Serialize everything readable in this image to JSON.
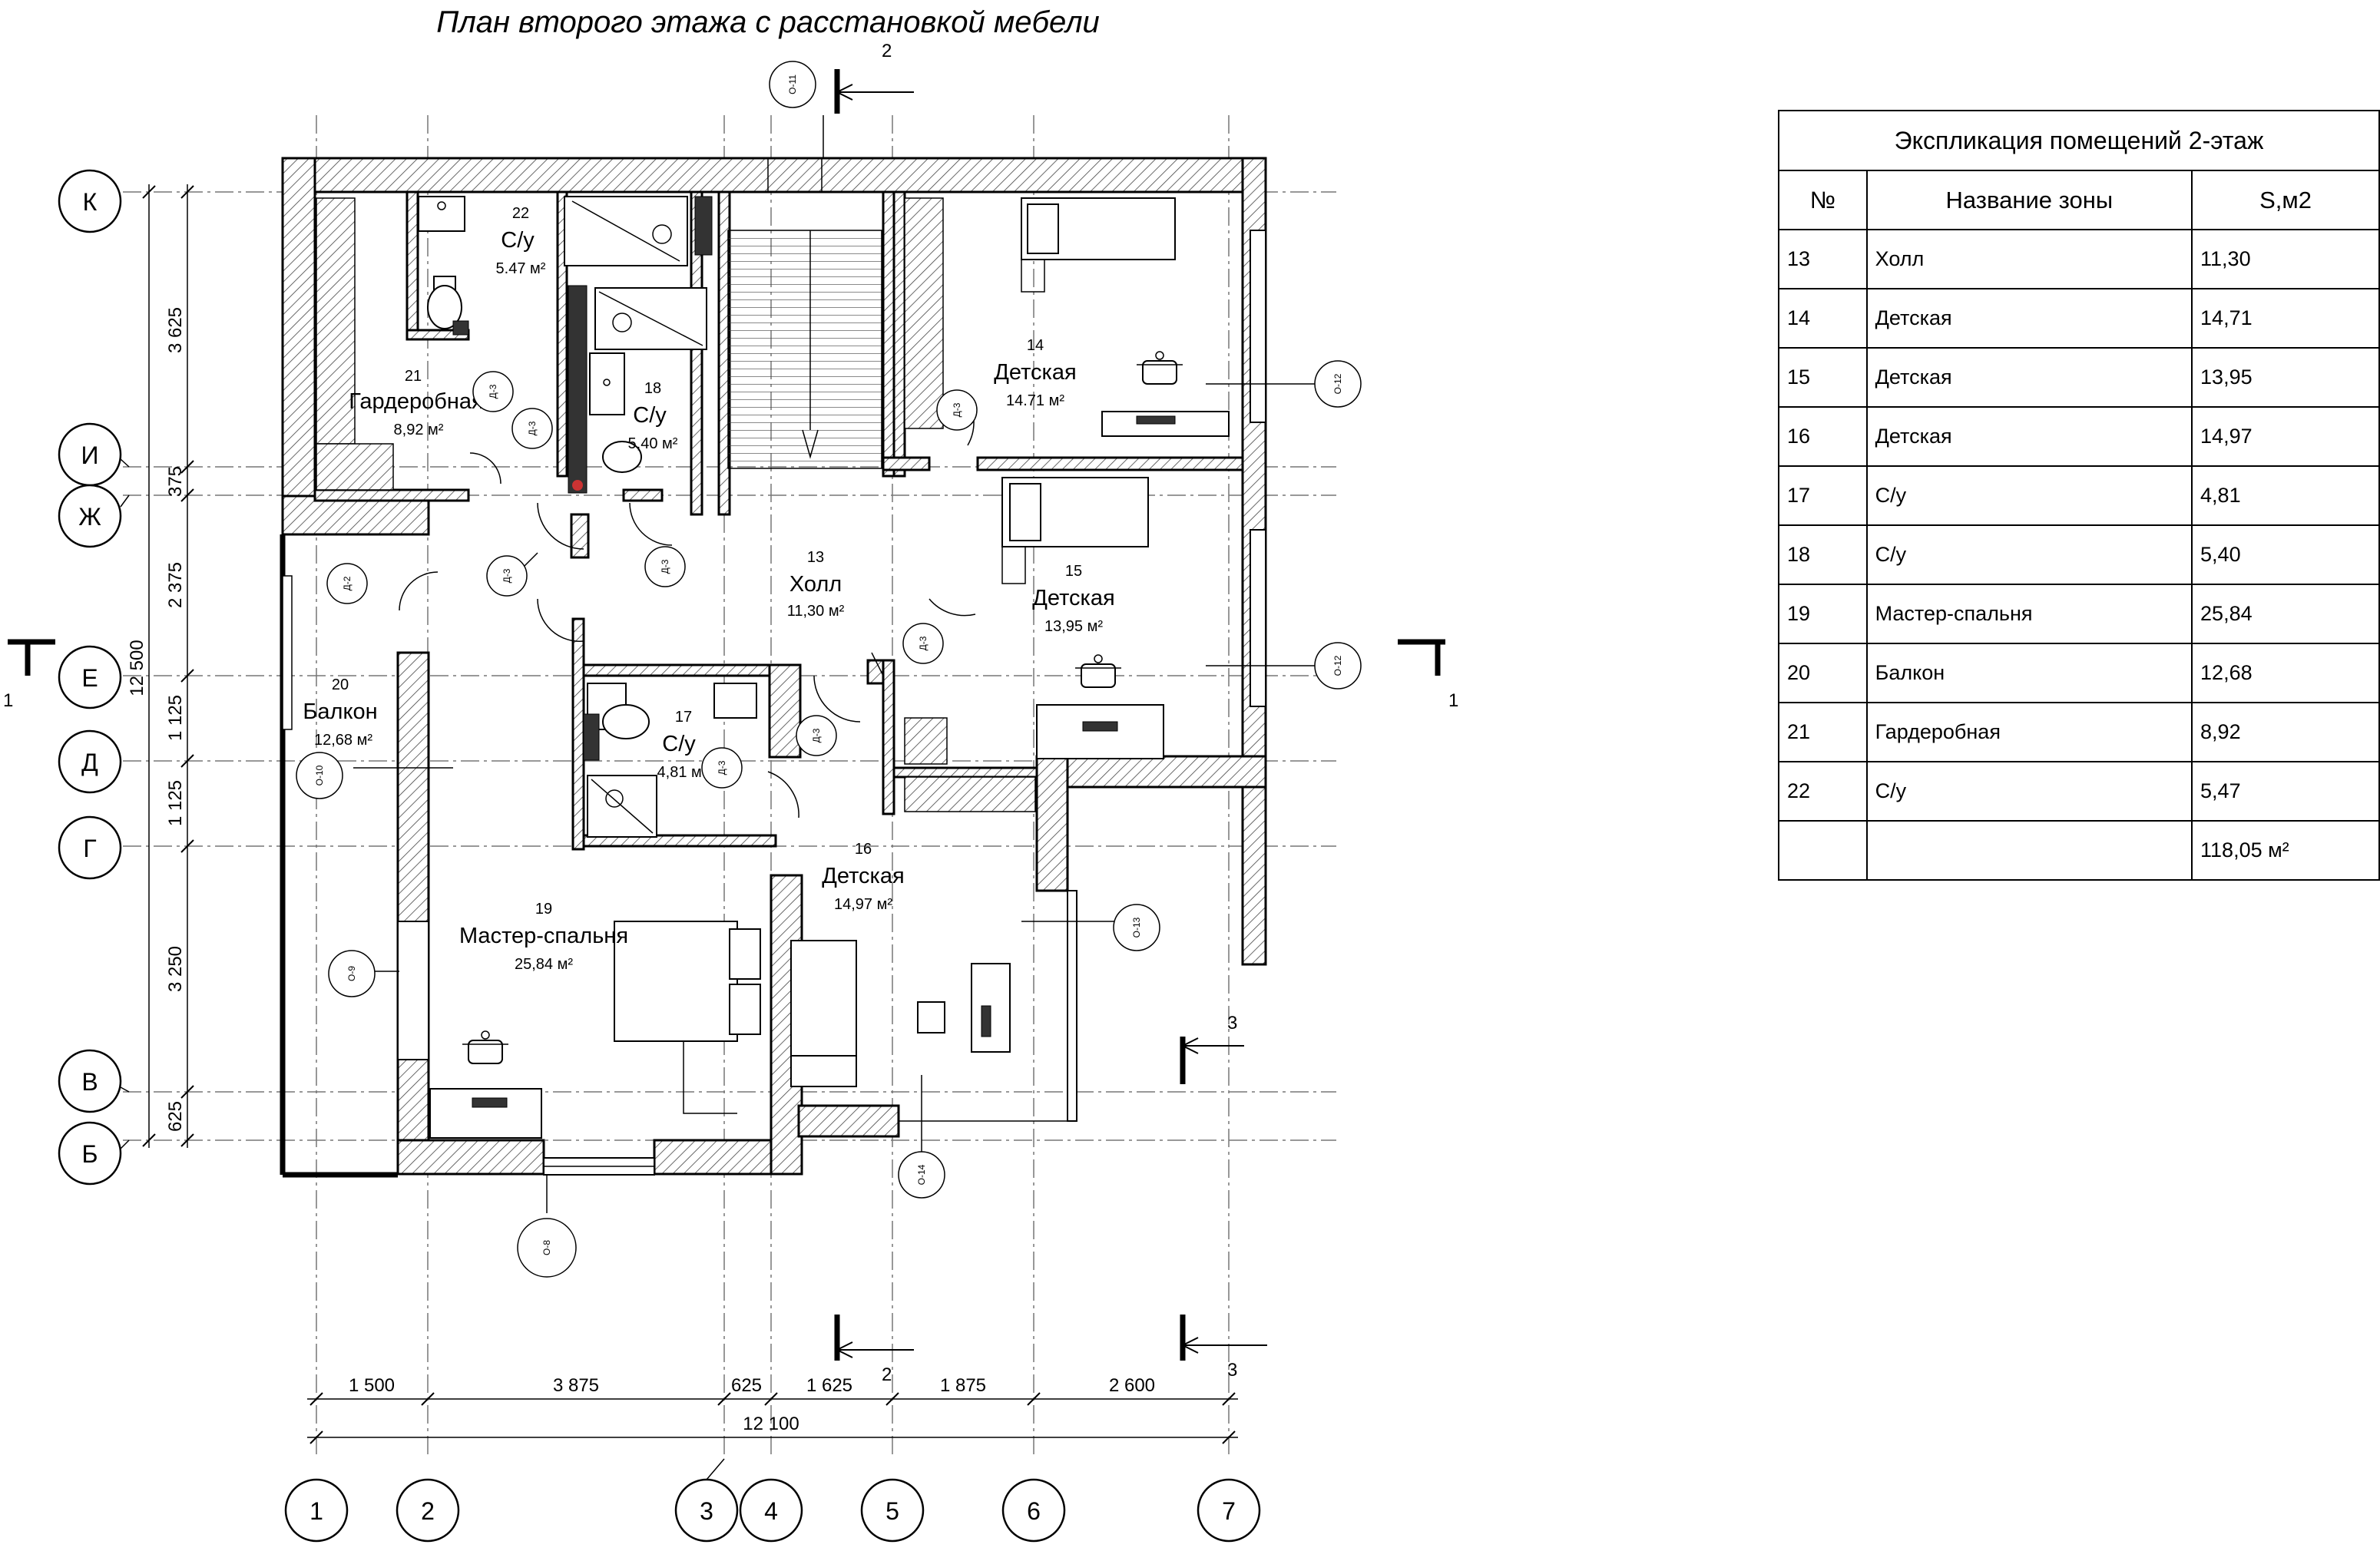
{
  "drawing": {
    "title": "План второго этажа с расстановкой мебели",
    "rooms": [
      {
        "num": "13",
        "name": "Холл",
        "area": "11,30 м²"
      },
      {
        "num": "14",
        "name": "Детская",
        "area": "14.71 м²"
      },
      {
        "num": "15",
        "name": "Детская",
        "area": "13,95 м²"
      },
      {
        "num": "16",
        "name": "Детская",
        "area": "14,97 м²"
      },
      {
        "num": "17",
        "name": "С/у",
        "area": "4,81 м²"
      },
      {
        "num": "18",
        "name": "С/у",
        "area": "5,40 м²"
      },
      {
        "num": "19",
        "name": "Мастер-спальня",
        "area": "25,84 м²"
      },
      {
        "num": "20",
        "name": "Балкон",
        "area": "12,68 м²"
      },
      {
        "num": "21",
        "name": "Гардеробная",
        "area": "8,92 м²"
      },
      {
        "num": "22",
        "name": "С/у",
        "area": "5.47 м²"
      }
    ],
    "axes_vertical": [
      "1",
      "2",
      "3",
      "4",
      "5",
      "6",
      "7"
    ],
    "axes_horizontal": [
      "К",
      "И",
      "Ж",
      "Е",
      "Д",
      "Г",
      "В",
      "Б"
    ],
    "dims_bottom": [
      "1 500",
      "3 875",
      "625",
      "1 625",
      "1 875",
      "2 600"
    ],
    "dim_total_bottom": "12 100",
    "dims_left": [
      "3 625",
      "375",
      "2 375",
      "1 125",
      "1 125",
      "3 250",
      "625"
    ],
    "dim_total_left": "12 500",
    "section_marks": [
      "1",
      "1",
      "2",
      "2",
      "3",
      "3"
    ],
    "door_tags": [
      "Д-3",
      "Д-3",
      "Д-3",
      "Д-3",
      "Д-2",
      "Д-3",
      "Д-3",
      "Д-3",
      "Д-3"
    ],
    "window_tags": [
      "О-11",
      "О-12",
      "О-12",
      "О-13",
      "О-14",
      "О-10",
      "О-9",
      "О-8"
    ]
  },
  "explication": {
    "caption": "Экспликация помещений  2-этаж",
    "headers": [
      "№",
      "Название зоны",
      "S,м2"
    ],
    "rows": [
      [
        "13",
        "Холл",
        "11,30"
      ],
      [
        "14",
        "Детская",
        "14,71"
      ],
      [
        "15",
        "Детская",
        "13,95"
      ],
      [
        "16",
        "Детская",
        "14,97"
      ],
      [
        "17",
        "С/у",
        "4,81"
      ],
      [
        "18",
        "С/у",
        "5,40"
      ],
      [
        "19",
        "Мастер-спальня",
        "25,84"
      ],
      [
        "20",
        "Балкон",
        "12,68"
      ],
      [
        "21",
        "Гардеробная",
        "8,92"
      ],
      [
        "22",
        "С/у",
        "5,47"
      ]
    ],
    "total": "118,05 м²"
  }
}
